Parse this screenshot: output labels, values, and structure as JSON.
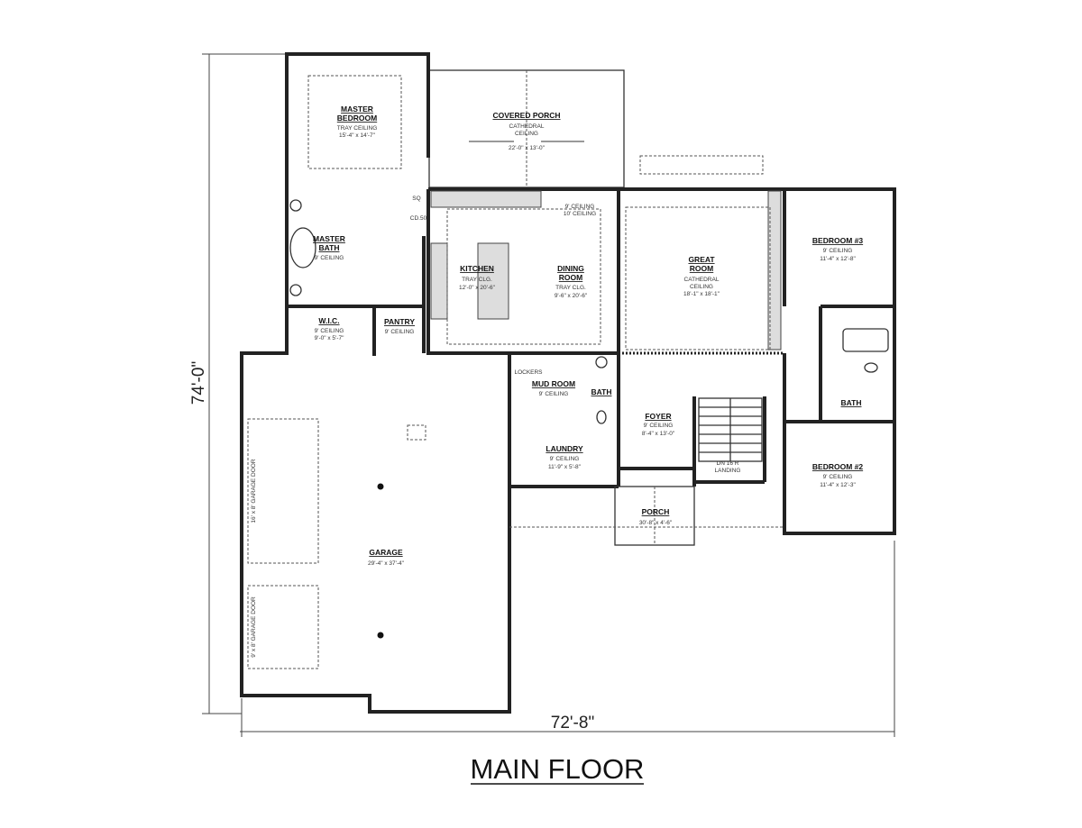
{
  "title": "MAIN FLOOR",
  "dimensions": {
    "depth": "74'-0\"",
    "width": "72'-8\""
  },
  "rooms": {
    "master_bedroom": {
      "name1": "MASTER",
      "name2": "BEDROOM",
      "ceiling": "TRAY CEILING",
      "size": "15'-4\" x 14'-7\""
    },
    "covered_porch": {
      "name": "COVERED PORCH",
      "ceiling1": "CATHEDRAL",
      "ceiling2": "CEILING",
      "size": "22'-0\" x 13'-0\""
    },
    "master_bath": {
      "name1": "MASTER",
      "name2": "BATH",
      "ceiling": "9' CEILING"
    },
    "wic": {
      "name": "W.I.C.",
      "ceiling": "9' CEILING",
      "size": "9'-0\" x 5'-7\""
    },
    "pantry": {
      "name": "PANTRY",
      "ceiling": "9' CEILING"
    },
    "kitchen": {
      "name": "KITCHEN",
      "ceiling": "TRAY CLG.",
      "size": "12'-0\" x 20'-6\""
    },
    "dining": {
      "name1": "DINING",
      "name2": "ROOM",
      "ceiling": "TRAY CLG.",
      "size": "9'-6\" x 20'-6\""
    },
    "kitchen_ceiling_note": {
      "line1": "9' CEILING",
      "line2": "10' CEILING"
    },
    "great_room": {
      "name1": "GREAT",
      "name2": "ROOM",
      "ceiling1": "CATHEDRAL",
      "ceiling2": "CEILING",
      "size": "18'-1\" x 18'-1\""
    },
    "bedroom3": {
      "name": "BEDROOM #3",
      "ceiling": "9' CEILING",
      "size": "11'-4\" x 12'-8\""
    },
    "bedroom2": {
      "name": "BEDROOM #2",
      "ceiling": "9' CEILING",
      "size": "11'-4\" x 12'-3\""
    },
    "bath_hall": {
      "name": "BATH"
    },
    "bath_mud": {
      "name": "BATH"
    },
    "mud_room": {
      "name": "MUD ROOM",
      "ceiling": "9' CEILING",
      "lockers": "LOCKERS"
    },
    "laundry": {
      "name": "LAUNDRY",
      "ceiling": "9' CEILING",
      "size": "11'-9\" x 5'-8\""
    },
    "foyer": {
      "name": "FOYER",
      "ceiling": "9' CEILING",
      "size": "8'-4\" x 13'-0\""
    },
    "stairs": {
      "note": "DN 16 R",
      "landing": "LANDING"
    },
    "porch": {
      "name": "PORCH",
      "size": "30'-8\" x 4'-6\""
    },
    "garage": {
      "name": "GARAGE",
      "size": "29'-4\" x 37'-4\"",
      "door1": "16' x 8' GARAGE DOOR",
      "door2": "9' x 8' GARAGE DOOR"
    },
    "misc": {
      "sq": "SQ",
      "cd": "CD.50"
    }
  }
}
